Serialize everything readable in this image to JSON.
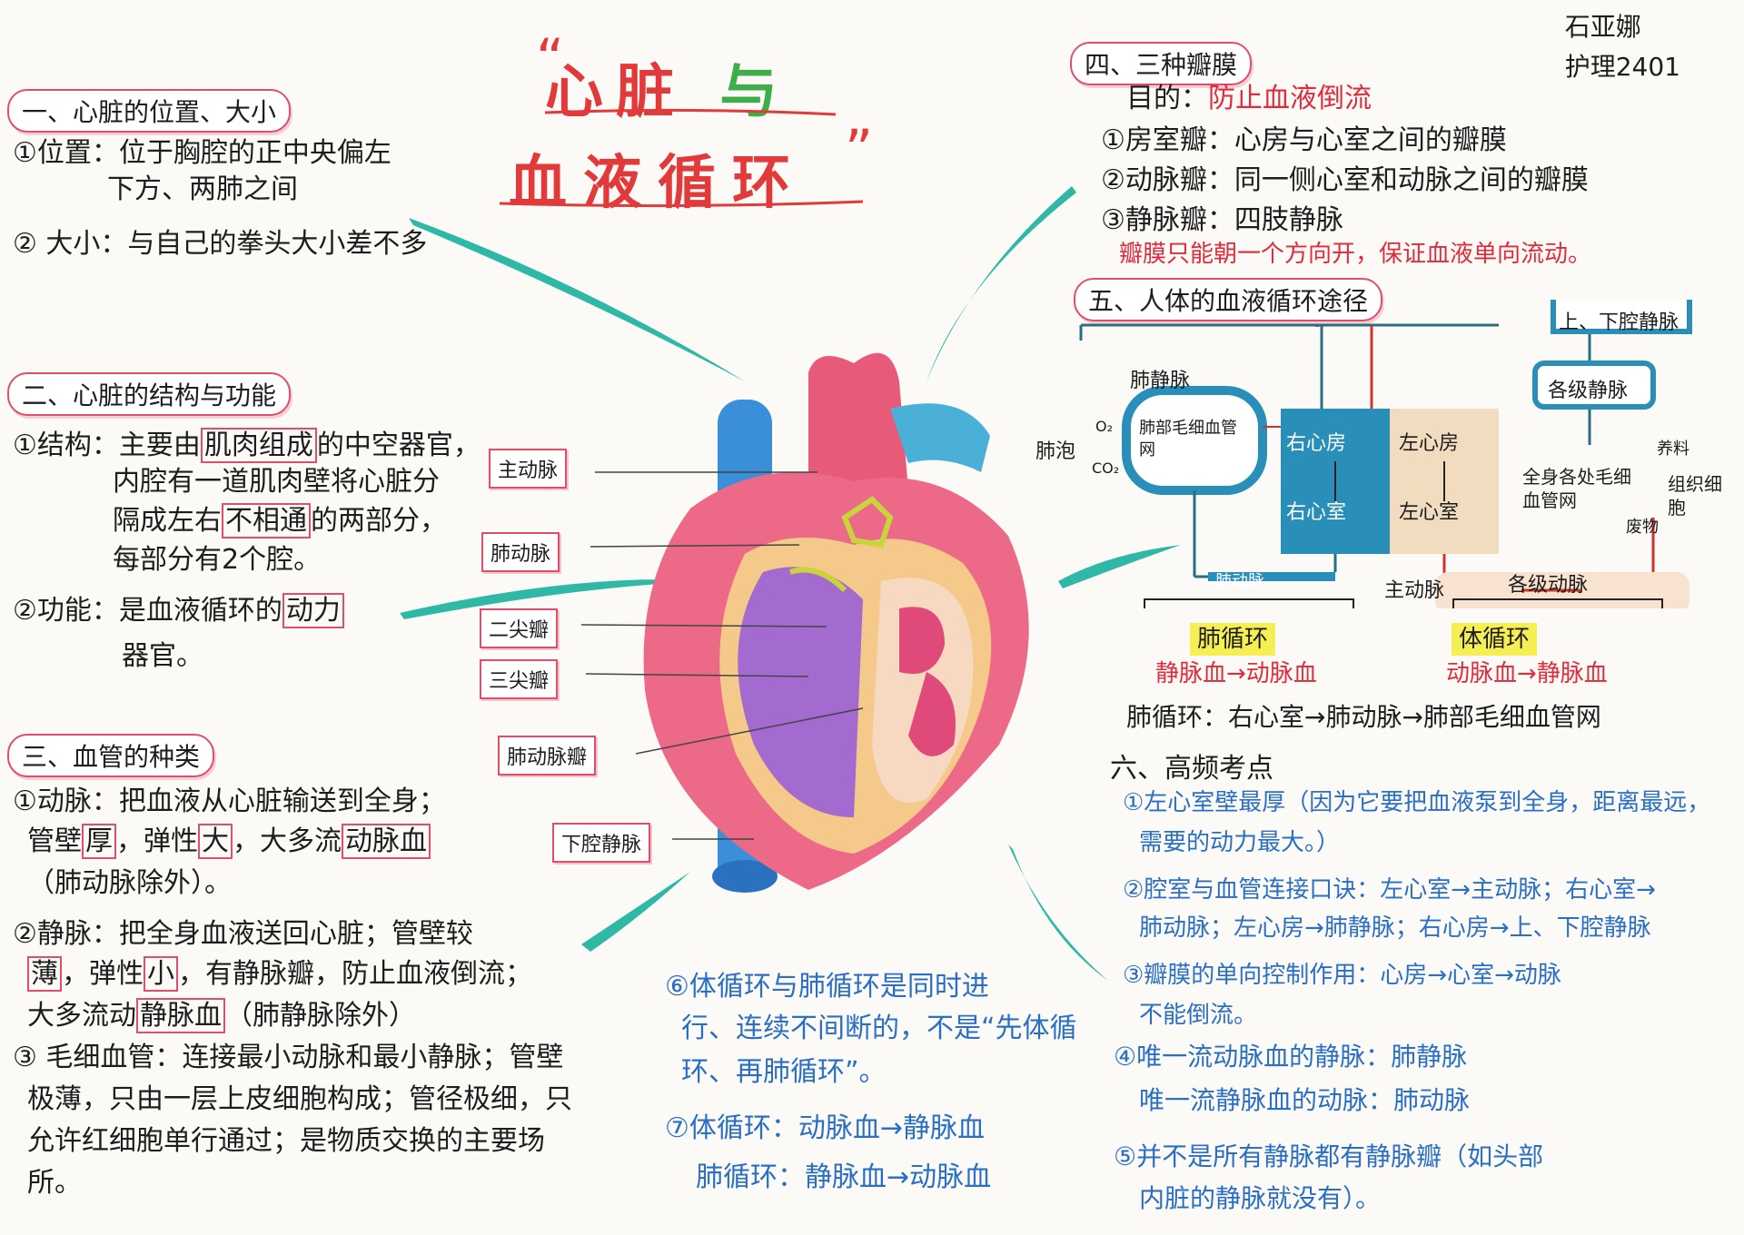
{
  "author": {
    "name": "石亚娜",
    "class": "护理2401"
  },
  "title": {
    "line1": "心脏",
    "connector": "与",
    "line2": "血液循环",
    "open_quote": "“",
    "close_quote": "”"
  },
  "s1": {
    "title": "一、心脏的位置、大小",
    "p1a": "①位置：位于胸腔的正中央偏左",
    "p1b": "下方、两肺之间",
    "p2": "② 大小：与自己的拳头大小差不多"
  },
  "s2": {
    "title": "二、心脏的结构与功能",
    "l1a": "①结构：主要由",
    "l1b": "肌肉组成",
    "l1c": "的中空器官，",
    "l2": "内腔有一道肌肉壁将心脏分",
    "l3a": "隔成左右",
    "l3b": "不相通",
    "l3c": "的两部分，",
    "l4": "每部分有2个腔。",
    "l5a": "②功能：是血液循环的",
    "l5b": "动力",
    "l6": "器官。"
  },
  "s3": {
    "title": "三、血管的种类",
    "a1": "①动脉：把血液从心脏输送到全身；",
    "a2a": "管壁",
    "a2b": "厚",
    "a2c": "，弹性",
    "a2d": "大",
    "a2e": "，大多流",
    "a2f": "动脉血",
    "a3": "（肺动脉除外）。",
    "v1": "②静脉：把全身血液送回心脏；管壁较",
    "v2a": "薄",
    "v2b": "，弹性",
    "v2c": "小",
    "v2d": "，有静脉瓣，防止血液倒流；",
    "v3a": "大多流动",
    "v3b": "静脉血",
    "v3c": "（肺静脉除外）",
    "c1": "③ 毛细血管：连接最小动脉和最小静脉；管壁",
    "c2": "极薄，只由一层上皮细胞构成；管径极细，只",
    "c3": "允许红细胞单行通过；是物质交换的主要场",
    "c4": "所。"
  },
  "heart_labels": [
    "主动脉",
    "肺动脉",
    "二尖瓣",
    "三尖瓣",
    "肺动脉瓣",
    "下腔静脉"
  ],
  "s4": {
    "title": "四、三种瓣膜",
    "purpose_label": "目的：",
    "purpose": "防止血液倒流",
    "i1": "①房室瓣：心房与心室之间的瓣膜",
    "i2": "②动脉瓣：同一侧心室和动脉之间的瓣膜",
    "i3": "③静脉瓣：四肢静脉",
    "note": "瓣膜只能朝一个方向开，保证血液单向流动。"
  },
  "s5": {
    "title": "五、人体的血液循环途径",
    "svc": "上、下腔静脉",
    "pulm_vein": "肺静脉",
    "lung": "肺泡",
    "o2": "O₂",
    "co2": "CO₂",
    "lung_cap": "肺部毛细血管网",
    "ra": "右心房",
    "la": "左心房",
    "rv": "右心室",
    "lv": "左心室",
    "veins": "各级静脉",
    "body_cap": "全身各处毛细血管网",
    "nutrients": "养料",
    "tissue": "组织细胞",
    "waste": "废物",
    "pulm_artery": "肺动脉",
    "aorta": "主动脉",
    "arteries": "各级动脉",
    "pulm_circ": "肺循环",
    "pulm_change": "静脉血→动脉血",
    "sys_circ": "体循环",
    "sys_change": "动脉血→静脉血",
    "route": "肺循环：右心室→肺动脉→肺部毛细血管网"
  },
  "s6": {
    "title": "六、高频考点",
    "k1a": "①左心室壁最厚（因为它要把血液泵到全身，距离最远，",
    "k1b": "需要的动力最大。）",
    "k2a": "②腔室与血管连接口诀：左心室→主动脉；右心室→",
    "k2b": "肺动脉；左心房→肺静脉；右心房→上、下腔静脉",
    "k3a": "③瓣膜的单向控制作用：心房→心室→动脉",
    "k3b": "不能倒流。",
    "k4a": "④唯一流动脉血的静脉：肺静脉",
    "k4b": "唯一流静脉血的动脉：肺动脉",
    "k5a": "⑤并不是所有静脉都有静脉瓣（如头部",
    "k5b": "内脏的静脉就没有）。"
  },
  "s7": {
    "k6a": "⑥体循环与肺循环是同时进",
    "k6b": "行、连续不间断的，不是“先体循",
    "k6c": "环、再肺循环”。",
    "k7a": "⑦体循环：动脉血→静脉血",
    "k7b": "肺循环：静脉血→动脉血"
  },
  "colors": {
    "red": "#e02b3b",
    "blue": "#2a6fc4",
    "teal": "#2fb8a6",
    "pink_border": "#e04f6a",
    "chamber_blue": "#2a8fb8",
    "chamber_tan": "#f2dcc0"
  }
}
